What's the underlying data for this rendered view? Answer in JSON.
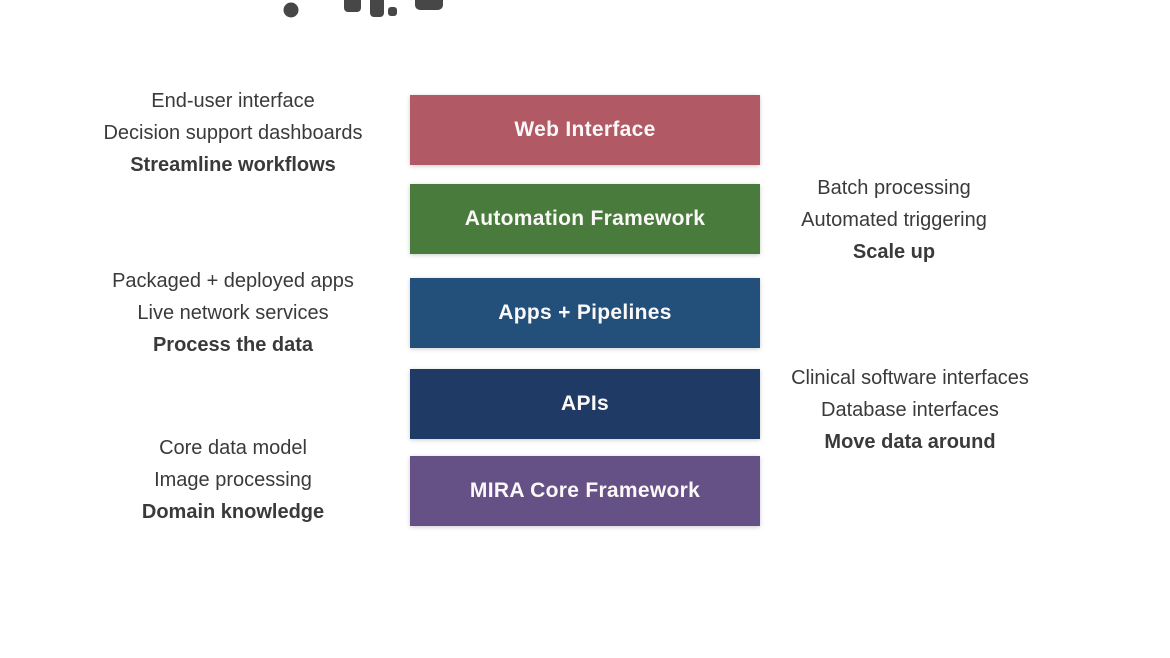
{
  "background_color": "#ffffff",
  "text_color": "#3a3a3a",
  "layers": [
    {
      "label": "Web Interface",
      "color": "#b15964"
    },
    {
      "label": "Automation Framework",
      "color": "#487b3c"
    },
    {
      "label": "Apps + Pipelines",
      "color": "#23507b"
    },
    {
      "label": "APIs",
      "color": "#1f3a64"
    },
    {
      "label": "MIRA Core Framework",
      "color": "#665186"
    }
  ],
  "annotations": {
    "left": [
      {
        "lines": [
          "End-user interface",
          "Decision support dashboards"
        ],
        "emphasis": "Streamline workflows"
      },
      {
        "lines": [
          "Packaged + deployed apps",
          "Live network services"
        ],
        "emphasis": "Process the data"
      },
      {
        "lines": [
          "Core data model",
          "Image processing"
        ],
        "emphasis": "Domain knowledge"
      }
    ],
    "right": [
      {
        "lines": [
          "Batch processing",
          "Automated triggering"
        ],
        "emphasis": "Scale up"
      },
      {
        "lines": [
          "Clinical software interfaces",
          "Database interfaces"
        ],
        "emphasis": "Move data around"
      }
    ]
  }
}
